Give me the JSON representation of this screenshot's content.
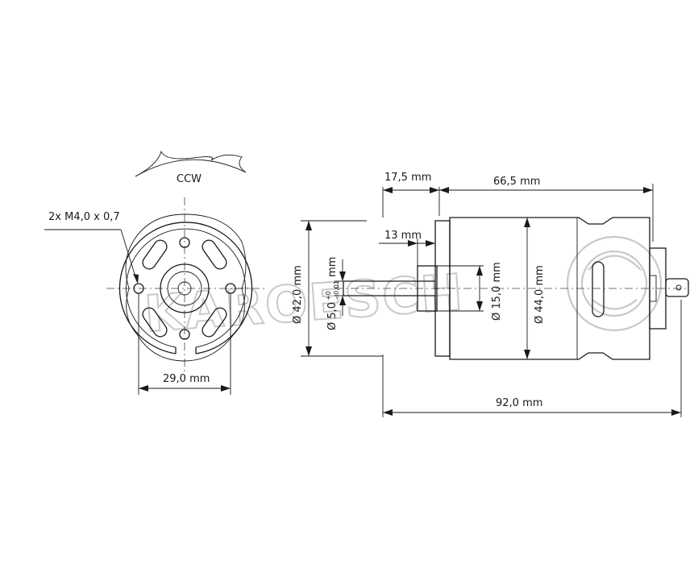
{
  "rotation": {
    "direction": "CCW"
  },
  "front_view": {
    "thread_label": "2x M4,0 x 0,7",
    "hole_spacing": "29,0 mm"
  },
  "side_view": {
    "shaft_length": "17,5 mm",
    "body_length": "66,5 mm",
    "boss_length": "13 mm",
    "total_length": "92,0 mm",
    "mount_diameter": "Ø 42,0 mm",
    "shaft_diameter_prefix": "Ø 5,0",
    "shaft_tol_upper": "+0",
    "shaft_tol_lower": "- 0,01",
    "shaft_diameter_unit": "mm",
    "boss_diameter": "Ø 15,0 mm",
    "body_diameter": "Ø 44,0 mm"
  },
  "watermark": {
    "text": "KAROESCH"
  },
  "colors": {
    "line": "#1a1a1a",
    "watermark": "#c9c9c9",
    "background": "#ffffff"
  }
}
